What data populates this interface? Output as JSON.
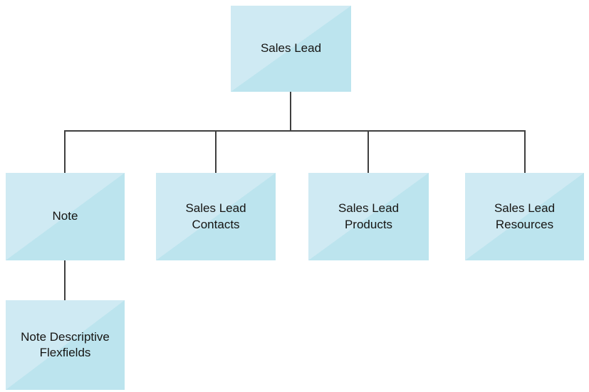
{
  "diagram": {
    "type": "hierarchy",
    "root": {
      "label": "Sales Lead"
    },
    "children": [
      {
        "label": "Note"
      },
      {
        "label": "Sales Lead Contacts"
      },
      {
        "label": "Sales Lead Products"
      },
      {
        "label": "Sales Lead Resources"
      }
    ],
    "note_child": {
      "label": "Note Descriptive Flexfields"
    },
    "colors": {
      "box_fill_light": "#cfeaf3",
      "box_fill_dark": "#bce4ee",
      "connector": "#3f3f3f",
      "text": "#161513",
      "background": "#ffffff"
    }
  }
}
